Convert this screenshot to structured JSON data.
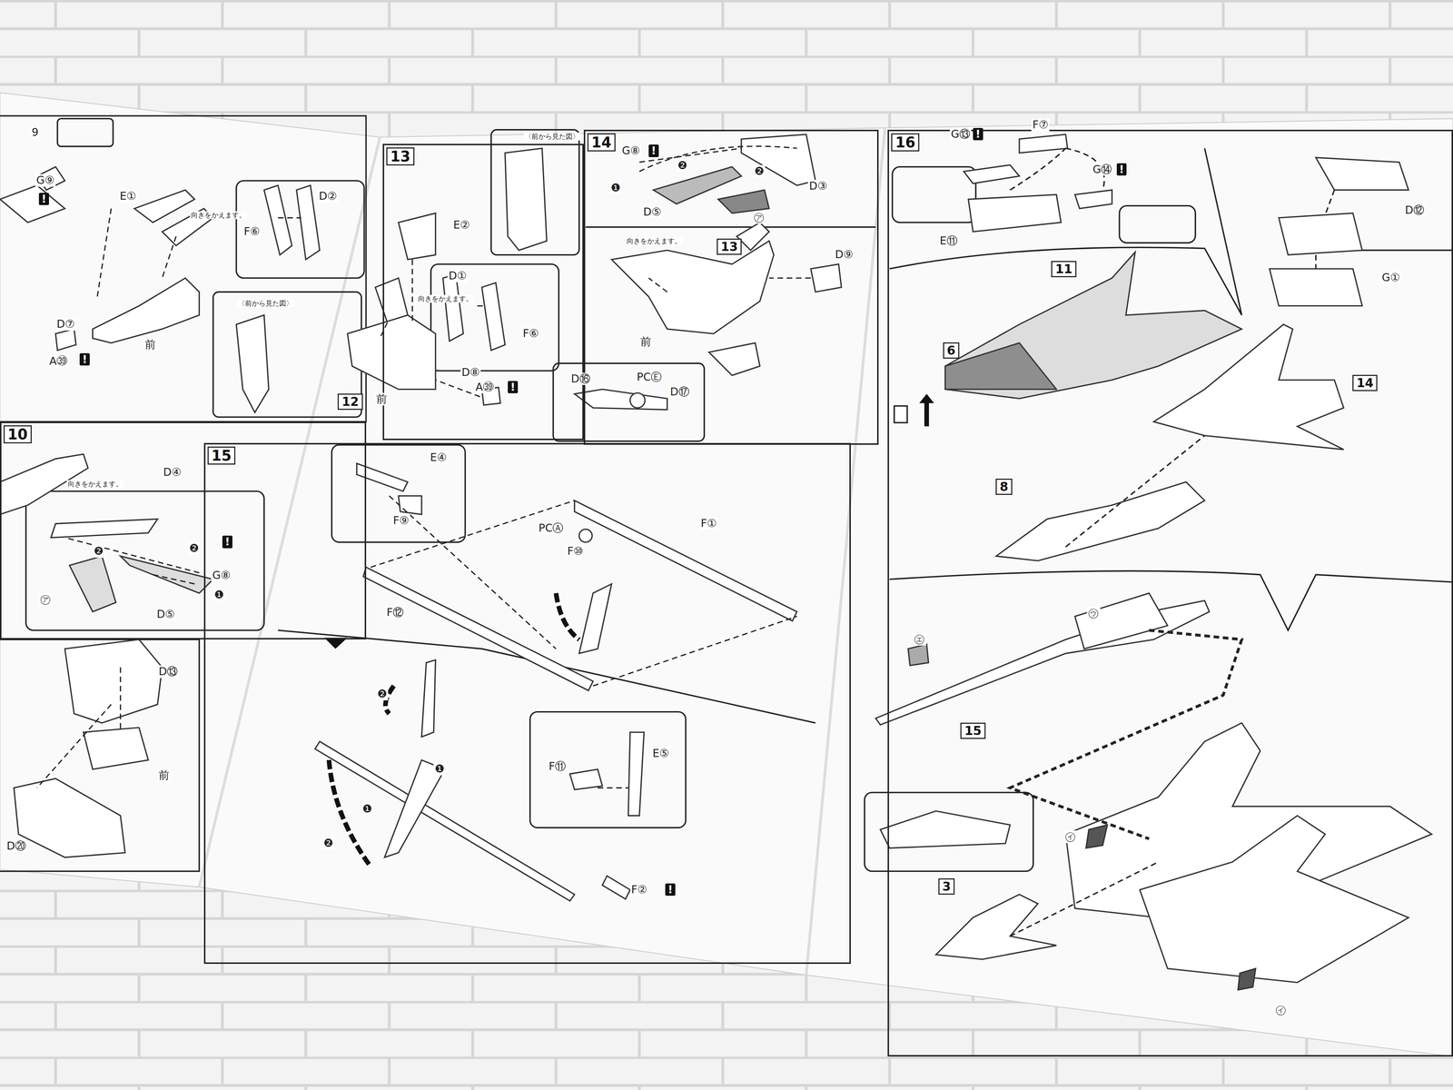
{
  "diagram": {
    "nodes": [
      {
        "text": [
          "10"
        ]
      },
      {
        "text": [
          "13"
        ]
      },
      {
        "text": [
          "12"
        ],
        "in": 1
      },
      {
        "text": [
          "14"
        ]
      },
      {
        "text": [
          "13"
        ],
        "in": 3
      },
      {
        "text": [
          "15"
        ]
      },
      {
        "text": [
          "16"
        ]
      },
      {
        "text": [
          "11"
        ],
        "in": 6
      },
      {
        "text": [
          "6"
        ],
        "in": 6
      },
      {
        "text": [
          "14"
        ],
        "in": 6
      },
      {
        "text": [
          "8"
        ],
        "in": 6
      },
      {
        "text": [
          "15"
        ],
        "in": 6
      },
      {
        "text": [
          "3"
        ],
        "in": 6
      }
    ],
    "labels": [
      "9",
      "G⑨",
      "!",
      "E①",
      "D②",
      "F⑥",
      "向きをかえます。",
      "〈前から見た図〉",
      "D⑦",
      "A㊴",
      "!",
      "前",
      "向きをかえます。",
      "D④",
      "!",
      "G⑧",
      "❷",
      "❷",
      "❶",
      "D⑤",
      "㋐",
      "D⑬",
      "前",
      "D⑳",
      "〈前から見た図〉",
      "E②",
      "D①",
      "向きをかえます。",
      "F⑥",
      "D⑧",
      "A㊴",
      "!",
      "前",
      "G⑧",
      "!",
      "❷",
      "❷",
      "❶",
      "D③",
      "D⑤",
      "㋐",
      "D⑨",
      "向きをかえます。",
      "前",
      "D⑯",
      "PCⒺ",
      "D⑰",
      "E④",
      "F⑨",
      "PCⒶ",
      "F⑩",
      "F①",
      "F⑫",
      "❷",
      "❶",
      "❶",
      "❷",
      "F⑪",
      "E⑤",
      "F②",
      "!",
      "G⑬",
      "!",
      "F⑦",
      "G⑭",
      "!",
      "E⑪",
      "D⑫",
      "G①",
      "㋒",
      "㋓",
      "㋑",
      "㋑"
    ]
  }
}
